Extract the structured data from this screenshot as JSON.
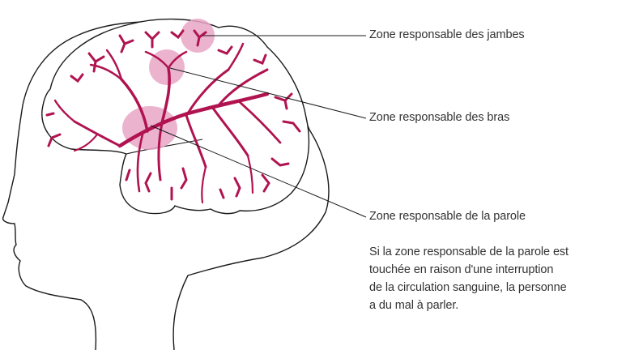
{
  "labels": {
    "legs": "Zone responsable des jambes",
    "arms": "Zone responsable des bras",
    "speech": "Zone responsable de la parole"
  },
  "note": {
    "line1": "Si la zone responsable de la parole est",
    "line2": "touchée en raison d'une interruption",
    "line3": "de la circulation sanguine, la personne",
    "line4": "a du mal à parler."
  },
  "colors": {
    "vessels": "#b0134f",
    "highlight": "#e7a6c6",
    "outline": "#1a1a1a",
    "text": "#333333"
  }
}
